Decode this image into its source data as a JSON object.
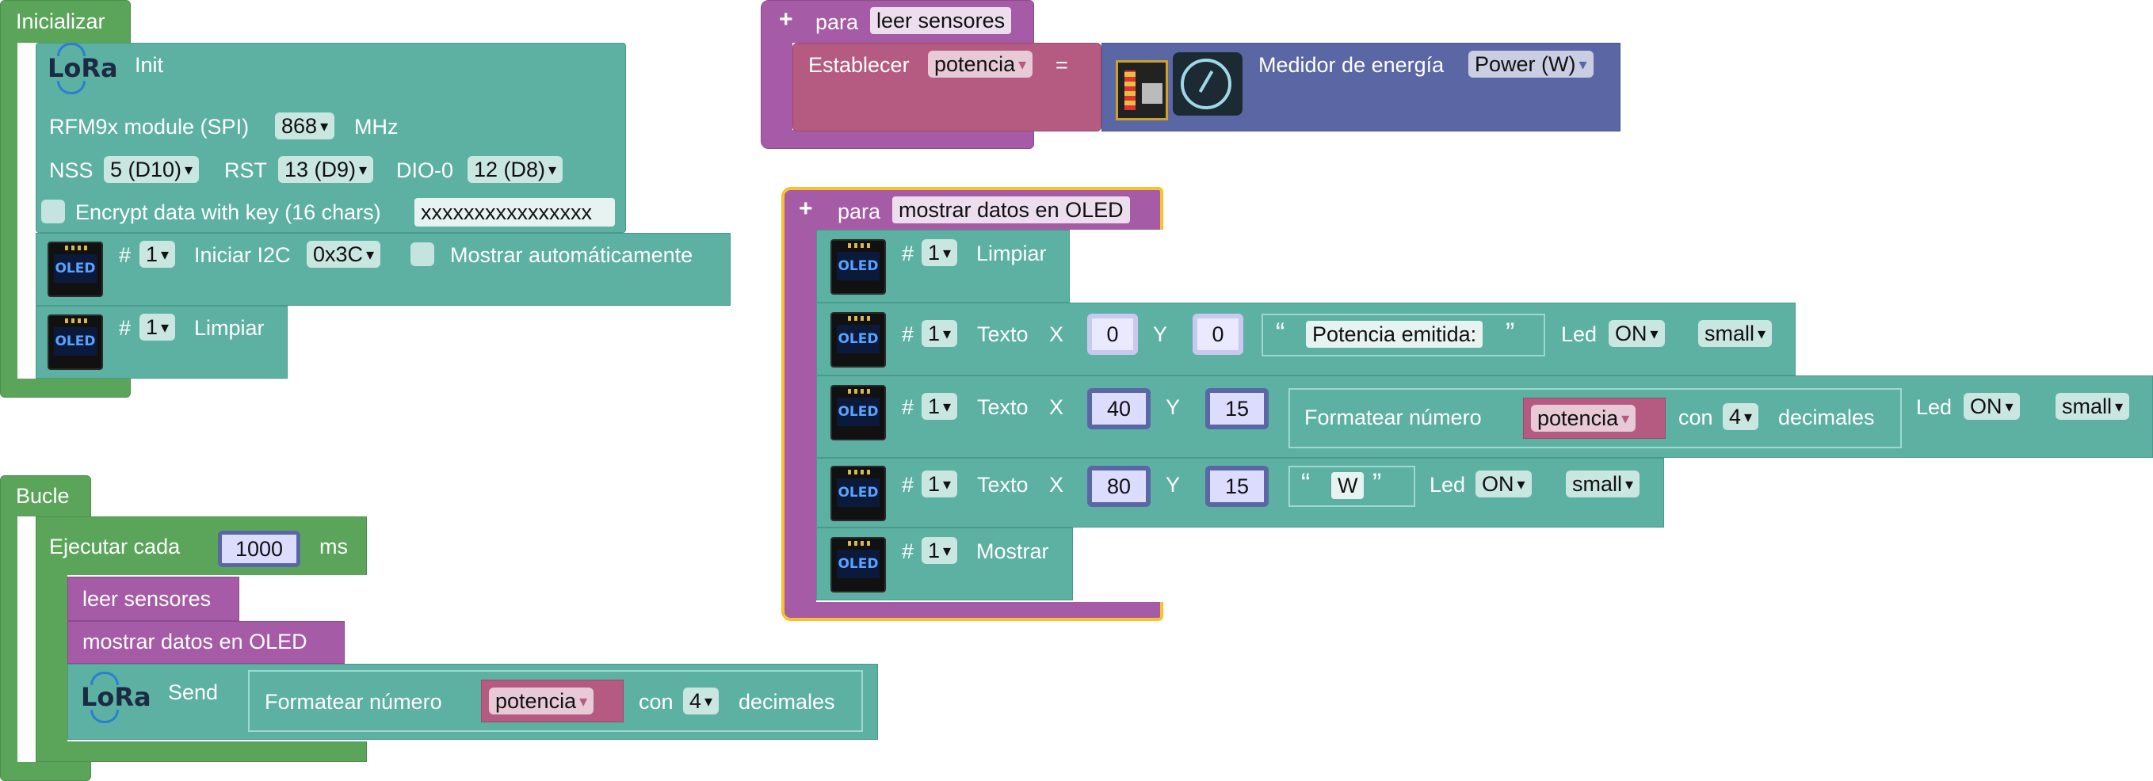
{
  "colors": {
    "init_green": "#5ba55b",
    "teal": "#5cb1a3",
    "procedure_purple": "#a55ba5",
    "variable_pink": "#b55a80",
    "energy_blue": "#5b67a5",
    "selected_yellow": "#fbc02d"
  },
  "init": {
    "hat_label": "Inicializar",
    "lora_init": {
      "label": "Init",
      "module_label": "RFM9x module (SPI)",
      "freq": "868",
      "freq_unit": "MHz",
      "nss_label": "NSS",
      "nss": "5 (D10)",
      "rst_label": "RST",
      "rst": "13 (D9)",
      "dio_label": "DIO-0",
      "dio": "12 (D8)",
      "encrypt_label": "Encrypt data with key (16 chars)",
      "key": "xxxxxxxxxxxxxxxx"
    },
    "oled_init": {
      "hash": "#",
      "num": "1",
      "label": "Iniciar I2C",
      "addr": "0x3C",
      "auto_label": "Mostrar automáticamente"
    },
    "oled_clear": {
      "hash": "#",
      "num": "1",
      "label": "Limpiar"
    }
  },
  "loop": {
    "hat_label": "Bucle",
    "every_label": "Ejecutar cada",
    "every_value": "1000",
    "every_unit": "ms",
    "call1": "leer sensores",
    "call2": "mostrar datos en OLED",
    "lora_send": {
      "label": "Send",
      "format_label": "Formatear número",
      "var": "potencia",
      "con": "con",
      "decimals": "4",
      "decimals_label": "decimales"
    }
  },
  "proc1": {
    "plus": "+",
    "para": "para",
    "name": "leer sensores",
    "set_label": "Establecer",
    "var": "potencia",
    "eq": "=",
    "meter_label": "Medidor de energía",
    "meter_value": "Power (W)"
  },
  "proc2": {
    "plus": "+",
    "para": "para",
    "name": "mostrar datos en OLED",
    "clear": {
      "hash": "#",
      "num": "1",
      "label": "Limpiar"
    },
    "text1": {
      "hash": "#",
      "num": "1",
      "label": "Texto",
      "x_label": "X",
      "x": "0",
      "y_label": "Y",
      "y": "0",
      "open_q": "“",
      "str": "Potencia emitida:",
      "close_q": "”",
      "led_label": "Led",
      "led": "ON",
      "size": "small"
    },
    "text2": {
      "hash": "#",
      "num": "1",
      "label": "Texto",
      "x_label": "X",
      "x": "40",
      "y_label": "Y",
      "y": "15",
      "format_label": "Formatear número",
      "var": "potencia",
      "con": "con",
      "decimals": "4",
      "decimals_label": "decimales",
      "led_label": "Led",
      "led": "ON",
      "size": "small"
    },
    "text3": {
      "hash": "#",
      "num": "1",
      "label": "Texto",
      "x_label": "X",
      "x": "80",
      "y_label": "Y",
      "y": "15",
      "open_q": "“",
      "str": "W",
      "close_q": "”",
      "led_label": "Led",
      "led": "ON",
      "size": "small"
    },
    "show": {
      "hash": "#",
      "num": "1",
      "label": "Mostrar"
    }
  },
  "icons": {
    "oled_text": "OLED",
    "lora_text": "LoRa",
    "arrow": "▾"
  }
}
